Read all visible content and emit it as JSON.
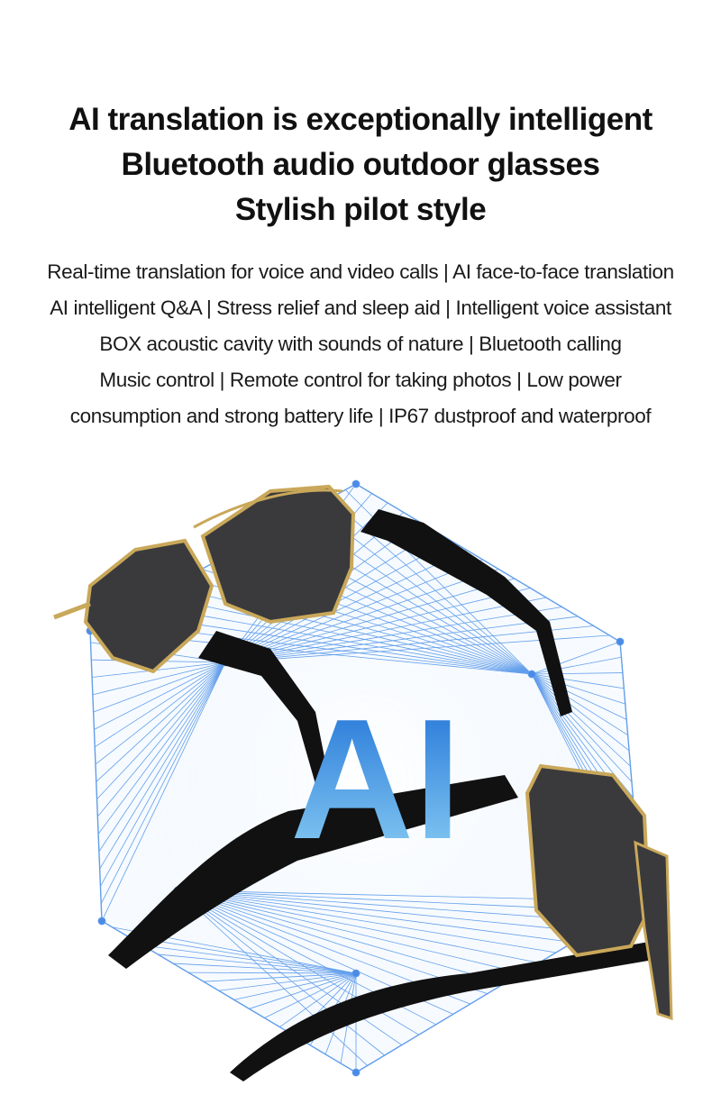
{
  "headline": {
    "lines": [
      "AI translation is exceptionally intelligent",
      "Bluetooth audio outdoor glasses",
      "Stylish pilot style"
    ]
  },
  "features": {
    "lines": [
      "Real-time translation for voice and video calls | AI face-to-face translation",
      "AI intelligent Q&A | Stress relief and sleep aid | Intelligent voice assistant",
      "BOX acoustic cavity with sounds of nature | Bluetooth calling",
      "Music control | Remote control for taking photos | Low power",
      "consumption and strong battery life | IP67 dustproof and waterproof"
    ]
  },
  "product_image": {
    "emblem_text": "AI",
    "colors": {
      "wireframe": "#2b7be0",
      "frame_gold": "#c9a85a",
      "lens": "#3a3a3c",
      "temple": "#111111"
    }
  }
}
